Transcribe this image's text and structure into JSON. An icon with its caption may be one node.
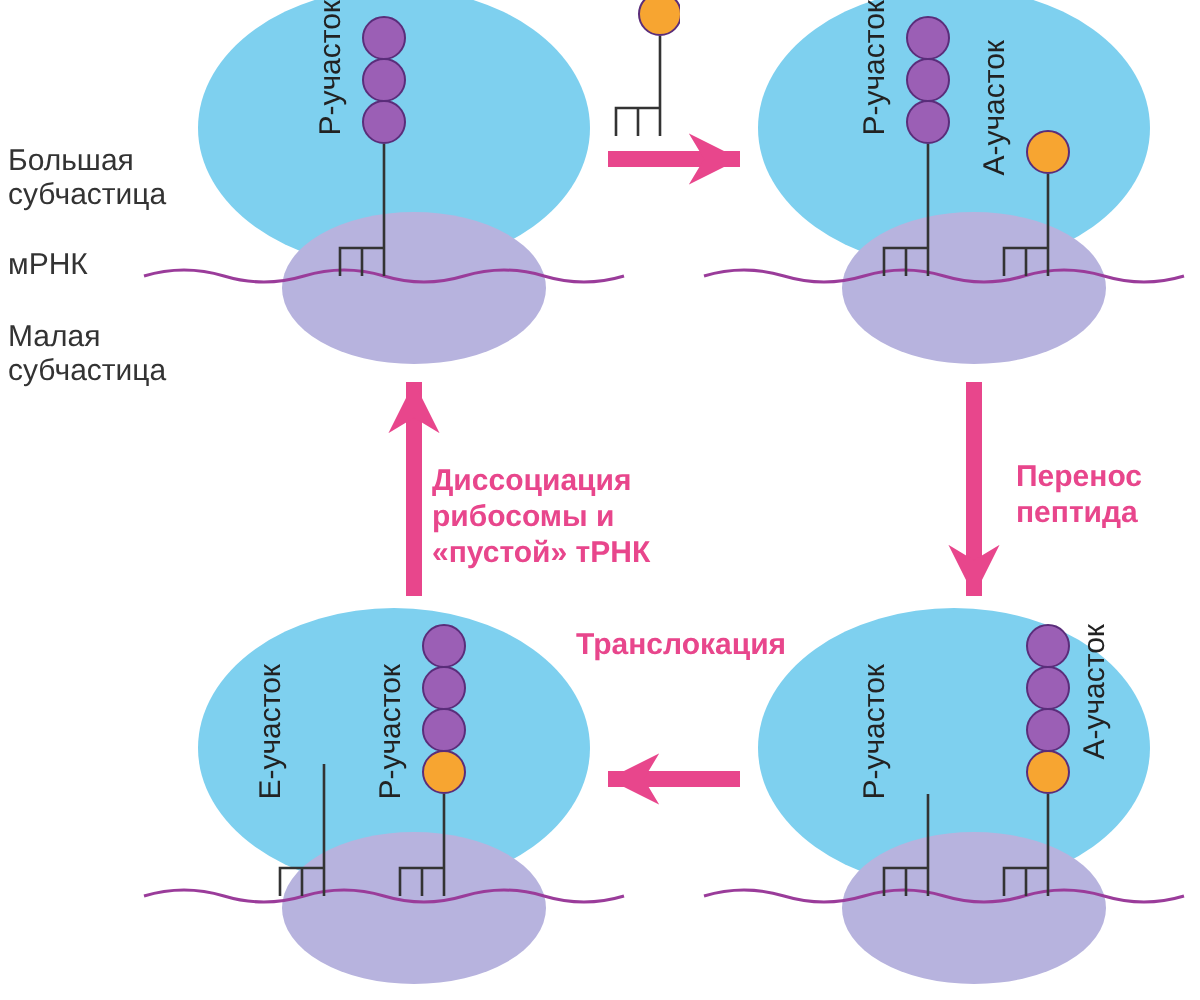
{
  "diagram": {
    "nodes": [
      {
        "text": [
          "Р-участок"
        ]
      },
      {
        "text": [
          "Р-участок",
          "А-участок"
        ]
      },
      {
        "text": [
          "Р-участок",
          "А-участок"
        ]
      },
      {
        "text": [
          "Е-участок",
          "Р-участок"
        ]
      }
    ],
    "edges": [
      {
        "from": 0,
        "to": 1,
        "arrow": "to"
      },
      {
        "from": 1,
        "to": 2,
        "arrow": "to",
        "label": "Перенос пептида"
      },
      {
        "from": 2,
        "to": 3,
        "arrow": "to",
        "label": "Транслокация"
      },
      {
        "from": 3,
        "to": 0,
        "arrow": "to",
        "label": "Диссоциация рибосомы и «пустой» тРНК"
      }
    ],
    "labels": [
      "Большая субчастица",
      "мРНК",
      "Малая субчастица"
    ]
  }
}
